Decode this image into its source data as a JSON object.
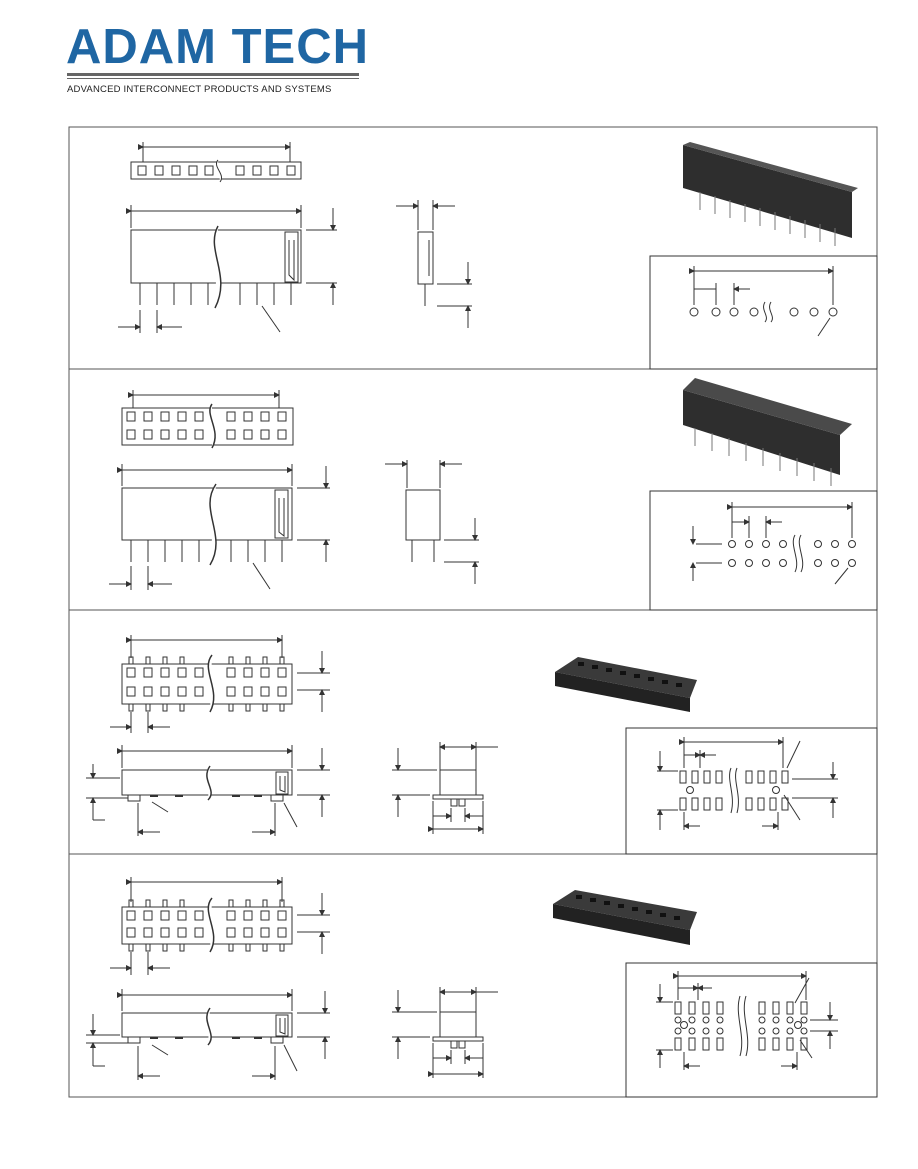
{
  "brand": {
    "name": "ADAM TECH",
    "tagline": "ADVANCED INTERCONNECT PRODUCTS AND SYSTEMS"
  },
  "colors": {
    "brand_blue": "#1f66a3",
    "line": "#333333",
    "frame": "#555555",
    "photo_dark": "#2e2e2e"
  },
  "panels": [
    {
      "id": "single-row-straight",
      "rows": 1,
      "mount": "through-hole"
    },
    {
      "id": "dual-row-straight",
      "rows": 2,
      "mount": "through-hole"
    },
    {
      "id": "dual-row-smt",
      "rows": 2,
      "mount": "surface-mount"
    },
    {
      "id": "dual-row-smt-with-posts",
      "rows": 2,
      "mount": "surface-mount"
    }
  ]
}
